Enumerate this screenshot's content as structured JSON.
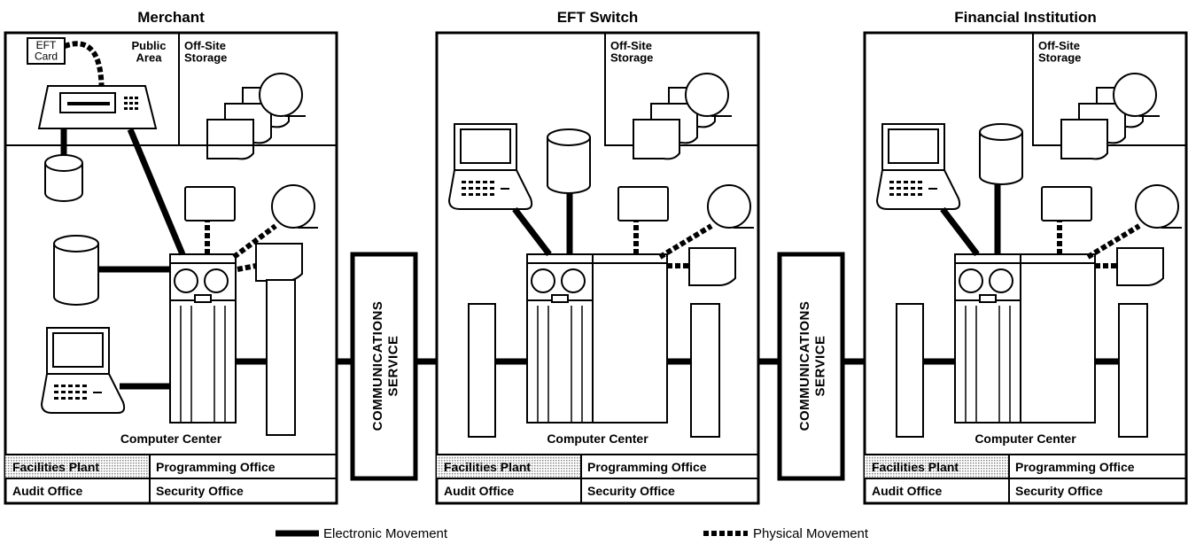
{
  "panels": [
    {
      "id": "merchant",
      "title": "Merchant",
      "public_area": "Public\nArea",
      "card": "EFT\nCard",
      "storage": "Off-Site\nStorage",
      "center": "Computer Center",
      "offices": [
        "Facilities Plant",
        "Programming Office",
        "Audit Office",
        "Security Office"
      ]
    },
    {
      "id": "switch",
      "title": "EFT Switch",
      "storage": "Off-Site\nStorage",
      "center": "Computer Center",
      "offices": [
        "Facilities Plant",
        "Programming Office",
        "Audit Office",
        "Security Office"
      ]
    },
    {
      "id": "institution",
      "title": "Financial Institution",
      "storage": "Off-Site\nStorage",
      "center": "Computer Center",
      "offices": [
        "Facilities Plant",
        "Programming Office",
        "Audit Office",
        "Security Office"
      ]
    }
  ],
  "communications": [
    "COMMUNICATIONS\nSERVICE",
    "COMMUNICATIONS\nSERVICE"
  ],
  "legend": {
    "electronic": "Electronic Movement",
    "physical": "Physical Movement"
  },
  "colors": {
    "ink": "#000000",
    "shade": "#d9d9d9",
    "paper": "#ffffff"
  }
}
